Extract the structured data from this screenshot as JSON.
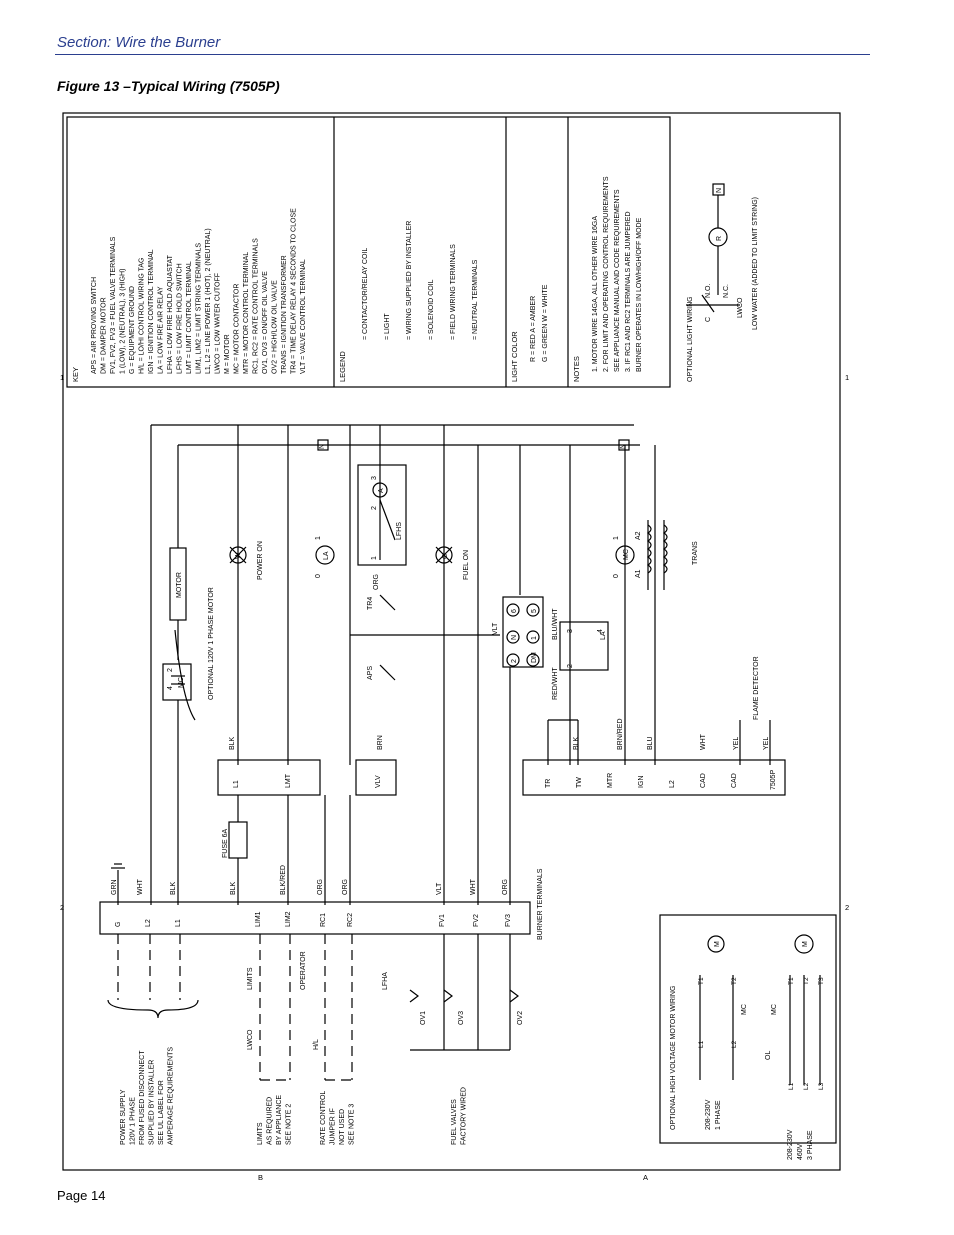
{
  "header": {
    "section": "Section: Wire the Burner",
    "figure": "Figure 13 –Typical Wiring (7505P)"
  },
  "footer": {
    "page": "Page 14"
  },
  "margin_marks": {
    "left": [
      "1",
      "2"
    ],
    "bottom": [
      "B",
      "A"
    ],
    "right": [
      "1",
      "2"
    ]
  },
  "key": {
    "title": "KEY",
    "lines": [
      "APS = AIR PROVING SWITCH",
      "DM = DAMPER MOTOR",
      "FV1, FV2, FV3 = FUEL VALVE TERMINALS",
      "1 (LOW), 2 (NEUTRAL), 3 (HIGH)",
      "G = EQUIPMENT GROUND",
      "H/L = LO/HI CONTROL WIRING TAG",
      "IGN = IGNITION CONTROL TERMINAL",
      "LA = LOW FIRE AIR RELAY",
      "LFHA = LOW FIRE HOLD AQUASTAT",
      "LFHS = LOW FIRE HOLD SWITCH",
      "LMT = LIMIT CONTROL TERMINAL",
      "LIM1, LIM2 = LIMIT STRING TERMINALS",
      "L1, L2 = LINE POWER 1 (HOT), 2 (NEUTRAL)",
      "LWCO = LOW WATER CUTOFF",
      "M = MOTOR",
      "MC = MOTOR CONTACTOR",
      "MTR = MOTOR CONTROL TERMINAL",
      "RC1, RC2 = RATE CONTROL TERMINALS",
      "OV1, OV3 = ON/OFF OIL VALVE",
      "OV2 = HIGH/LOW OIL VALVE",
      "TRANS = IGNITION TRANSFORMER",
      "TR4 = TIME DELAY RELAY 4 SECONDS TO CLOSE",
      "VLT = VALVE CONTROL TERMINAL"
    ]
  },
  "legend": {
    "title": "LEGEND",
    "items": [
      "= CONTACTOR/RELAY COIL",
      "= LIGHT",
      "= WIRING SUPPLIED BY INSTALLER",
      "= SOLENOID COIL",
      "= FIELD WIRING TERMINALS",
      "= NEUTRAL TERMINALS"
    ],
    "neutral_symbol": "N"
  },
  "light_color": {
    "title": "LIGHT COLOR",
    "rows": [
      "R = RED     A = AMBER",
      "G = GREEN   W = WHITE"
    ]
  },
  "notes": {
    "title": "NOTES",
    "lines": [
      "1. MOTOR WIRE 14GA, ALL OTHER WIRE 16GA",
      "2. FOR LIMIT AND OPERATING CONTROL REQUIREMENTS",
      "SEE APPLIANCE MANUAL AND CODE REQUIREMENTS",
      "3. IF RC1 AND RC2 TERMINALS ARE JUMPERED",
      "BURNER OPERATES IN LOW/HIGH/OFF MODE"
    ]
  },
  "optional_light": {
    "title": "OPTIONAL LIGHT WIRING",
    "c": "C",
    "no": "N.O.",
    "nc": "N.C.",
    "lwco": "LWCO",
    "caption": "LOW WATER (ADDED TO LIMIT STRING)",
    "r": "R",
    "n": "N"
  },
  "schematic": {
    "neutral": "N",
    "motor": "MOTOR",
    "motor_caption": "OPTIONAL 120V 1 PHASE MOTOR",
    "mc": "MC",
    "mc_pins": [
      "2",
      "4"
    ],
    "power_light": "W",
    "power_on": "POWER ON",
    "la_coil": "LA",
    "la_pins": [
      "0",
      "1"
    ],
    "fuel_light": "G",
    "fuel_on": "FUEL ON",
    "lfhs": "LFHS",
    "lfhs_pins": [
      "1",
      "2",
      "3"
    ],
    "amber_light": "A",
    "org": "ORG",
    "tr4": "TR4",
    "aps": "APS",
    "vlt": "VLT",
    "vlt_pins": [
      "6",
      "5",
      "N",
      "1",
      "2",
      "DM"
    ],
    "blu_wht": "BLU/WHT",
    "red_wht": "RED/WHT",
    "la_relay": "LA",
    "la_relay_pins": [
      "3",
      "2",
      "4"
    ],
    "mc_coil": "MC",
    "mc_coil_pins": [
      "0",
      "1",
      "A1",
      "A2"
    ],
    "trans": "TRANS",
    "blk": "BLK",
    "brn": "BRN",
    "brn_red": "BRN/RED",
    "blu": "BLU",
    "wht": "WHT",
    "yel": "YEL",
    "flame_detector": "FLAME DETECTOR",
    "control_model": "7505P",
    "limit_block": [
      "L1",
      "LMT"
    ],
    "vlv_block": [
      "VLV"
    ],
    "control_terms": [
      "TR",
      "TW",
      "MTR",
      "IGN",
      "L2",
      "CAD",
      "CAD"
    ],
    "fuse": "FUSE 6A",
    "wire_labels": [
      "GRN",
      "WHT",
      "BLK",
      "BLK",
      "BLK/RED",
      "ORG",
      "ORG",
      "VLT",
      "WHT",
      "ORG"
    ],
    "burner_terms": [
      "G",
      "L2",
      "L1",
      "LIM1",
      "LIM2",
      "RC1",
      "RC2",
      "FV1",
      "FV2",
      "FV3"
    ],
    "burner_terminals": "BURNER TERMINALS",
    "limits": "LIMITS",
    "operator": "OPERATOR",
    "lwco": "LWCO",
    "hl": "H/L",
    "lfha": "LFHA",
    "ov": [
      "OV1",
      "OV3",
      "OV2"
    ],
    "power_supply": [
      "POWER SUPPLY",
      "120V 1 PHASE",
      "FROM FUSED DISCONNECT",
      "SUPPLIED BY INSTALLER",
      "SEE UL LABEL FOR",
      "AMPERAGE REQUIREMENTS"
    ],
    "limits_caption": [
      "LIMITS",
      "AS REQUIRED",
      "BY APPLIANCE",
      "SEE NOTE 2"
    ],
    "rate_caption": [
      "RATE CONTROL",
      "JUMPER IF",
      "NOT USED",
      "SEE NOTE 3"
    ],
    "fuel_caption": [
      "FUEL VALVES",
      "FACTORY WIRED"
    ]
  },
  "hv_motor": {
    "title": "OPTIONAL HIGH VOLTAGE MOTOR WIRING",
    "one_phase": [
      "208-230V",
      "1 PHASE"
    ],
    "three_phase": [
      "208-230V",
      "460V",
      "3 PHASE"
    ],
    "mc": "MC",
    "ol": "OL",
    "m": "M",
    "l_terms": [
      "L1",
      "L2",
      "L3"
    ],
    "t_terms": [
      "T1",
      "T2",
      "T3"
    ]
  }
}
